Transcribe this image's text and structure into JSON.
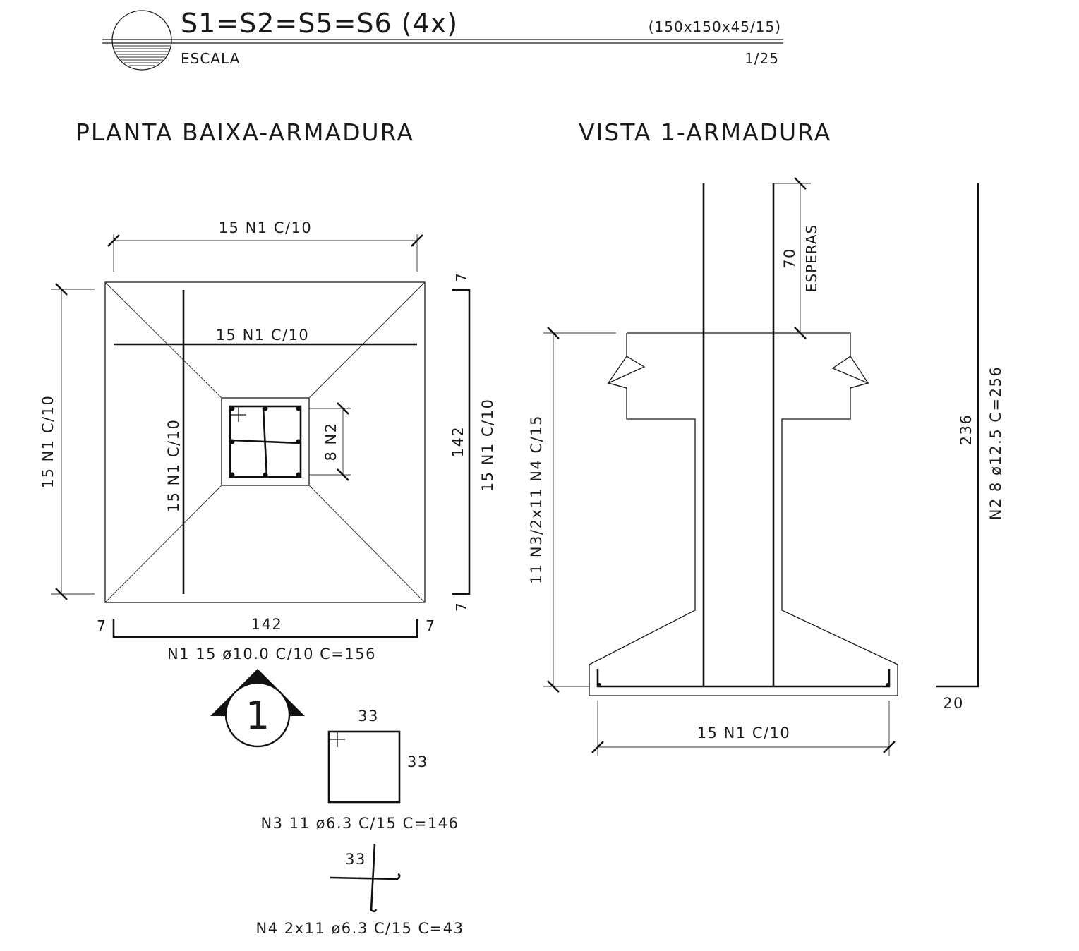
{
  "header": {
    "title": "S1=S2=S5=S6 (4x)",
    "dims": "(150x150x45/15)",
    "scale_label": "ESCALA",
    "scale_value": "1/25"
  },
  "plan": {
    "title": "PLANTA BAIXA-ARMADURA",
    "dim_top": "15 N1 C/10",
    "dim_left": "15 N1 C/10",
    "bar_horizontal": "15 N1 C/10",
    "bar_vertical": "15 N1 C/10",
    "dim_column_bars": "8 N2",
    "right_hook_top": "7",
    "right_length": "142",
    "right_hook_bottom": "7",
    "right_label": "15 N1 C/10",
    "bottom_hook_left": "7",
    "bottom_length": "142",
    "bottom_hook_right": "7",
    "n1_spec": "N1 15 ø10.0 C/10 C=156",
    "section_marker": "1"
  },
  "stirrup": {
    "top": "33",
    "side": "33",
    "n3_spec": "N3 11 ø6.3 C/15 C=146",
    "n4_dim": "33",
    "n4_spec": "N4 2x11 ø6.3 C/15 C=43"
  },
  "elevation": {
    "title": "VISTA 1-ARMADURA",
    "dim_esperas_value": "70",
    "dim_esperas_label": "ESPERAS",
    "dim_left": "11 N3/2x11 N4 C/15",
    "dim_bottom": "15 N1 C/10",
    "n2_length": "236",
    "n2_hook": "20",
    "n2_spec": "N2 8 ø12.5 C=256"
  }
}
